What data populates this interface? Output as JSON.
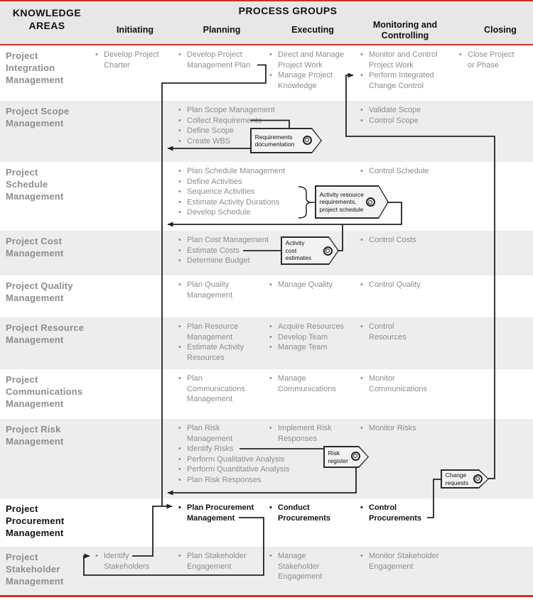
{
  "header": {
    "knowledge_areas_label": "KNOWLEDGE AREAS",
    "process_groups_label": "PROCESS GROUPS",
    "columns": [
      "Initiating",
      "Planning",
      "Executing",
      "Monitoring and\nControlling",
      "Closing"
    ]
  },
  "rows": [
    {
      "title": "Project\nIntegration\nManagement",
      "emphasis": false,
      "cells": {
        "initiating": [
          "Develop Project\nCharter"
        ],
        "planning": [
          "Develop Project\nManagement Plan"
        ],
        "executing": [
          "Direct and Manage\nProject Work",
          "Manage Project\nKnowledge"
        ],
        "monitoring": [
          "Monitor and Control\nProject Work",
          "Perform Integrated\nChange Control"
        ],
        "closing": [
          "Close Project\nor Phase"
        ]
      }
    },
    {
      "title": "Project Scope\nManagement",
      "emphasis": false,
      "cells": {
        "planning": [
          "Plan Scope Management",
          "Collect Requirements",
          "Define Scope",
          "Create WBS"
        ],
        "monitoring": [
          "Validate Scope",
          "Control Scope"
        ]
      }
    },
    {
      "title": "Project\nSchedule\nManagement",
      "emphasis": false,
      "cells": {
        "planning": [
          "Plan Schedule Management",
          "Define Activities",
          "Sequence Activities",
          "Estimate Activity Durations",
          "Develop Schedule"
        ],
        "monitoring": [
          "Control Schedule"
        ]
      }
    },
    {
      "title": "Project Cost\nManagement",
      "emphasis": false,
      "cells": {
        "planning": [
          "Plan Cost Management",
          "Estimate Costs",
          "Determine Budget"
        ],
        "monitoring": [
          "Control Costs"
        ]
      }
    },
    {
      "title": "Project Quality\nManagement",
      "emphasis": false,
      "cells": {
        "planning": [
          "Plan Quality\nManagement"
        ],
        "executing": [
          "Manage Quality"
        ],
        "monitoring": [
          "Control Quality"
        ]
      }
    },
    {
      "title": "Project Resource\nManagement",
      "emphasis": false,
      "cells": {
        "planning": [
          "Plan Resource\nManagement",
          "Estimate Activity\nResources"
        ],
        "executing": [
          "Acquire Resources",
          "Develop Team",
          "Manage Team"
        ],
        "monitoring": [
          "Control\nResources"
        ]
      }
    },
    {
      "title": "Project\nCommunications\nManagement",
      "emphasis": false,
      "cells": {
        "planning": [
          "Plan\nCommunications\nManagement"
        ],
        "executing": [
          "Manage\nCommunications"
        ],
        "monitoring": [
          "Monitor\nCommunications"
        ]
      }
    },
    {
      "title": "Project Risk\nManagement",
      "emphasis": false,
      "cells": {
        "planning": [
          "Plan Risk\nManagement",
          "Identify Risks",
          "Perform Qualitative Analysis",
          "Perform Quantitative Analysis",
          "Plan Risk Responses"
        ],
        "executing": [
          "Implement Risk\nResponses"
        ],
        "monitoring": [
          "Monitor Risks"
        ]
      }
    },
    {
      "title": "Project\nProcurement\nManagement",
      "emphasis": true,
      "cells": {
        "planning": [
          "Plan Procurement\nManagement"
        ],
        "executing": [
          "Conduct\nProcurements"
        ],
        "monitoring": [
          "Control\nProcurements"
        ]
      }
    },
    {
      "title": "Project\nStakeholder\nManagement",
      "emphasis": false,
      "cells": {
        "initiating": [
          "Identify\nStakeholders"
        ],
        "planning": [
          "Plan Stakeholder\nEngagement"
        ],
        "executing": [
          "Manage\nStakeholder\nEngagement"
        ],
        "monitoring": [
          "Monitor Stakeholder\nEngagement"
        ]
      }
    }
  ],
  "tags": [
    {
      "id": "requirements-documentation",
      "label": "Requirements\ndocumentation"
    },
    {
      "id": "activity-resource-requirements",
      "label": "Activity resource\nrequirements,\nproject schedule"
    },
    {
      "id": "activity-cost-estimates",
      "label": "Activity\ncost\nestimates"
    },
    {
      "id": "risk-register",
      "label": "Risk\nregister"
    },
    {
      "id": "change-requests",
      "label": "Change\nrequests"
    }
  ],
  "colors": {
    "accent_red": "#cc3322",
    "row_shade": "#ededed",
    "header_shade": "#e7e7e7",
    "muted_text": "#8d8d8d",
    "emphasis_text": "#111111",
    "connector": "#222222"
  }
}
